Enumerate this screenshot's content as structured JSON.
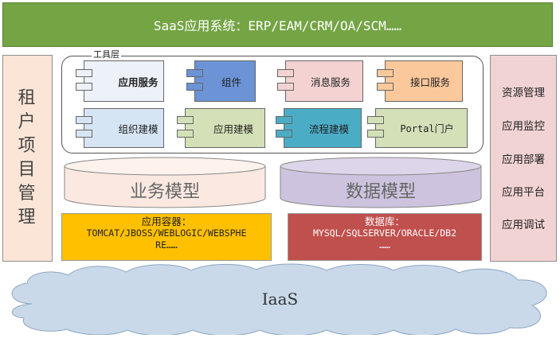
{
  "banner": {
    "title": "SaaS应用系统：ERP/EAM/CRM/OA/SCM……"
  },
  "left_panel": {
    "label": "租户项目管理"
  },
  "tool_layer": {
    "label": "工具层",
    "row1": [
      {
        "label": "应用服务",
        "color": "#edf2f8",
        "bold": true
      },
      {
        "label": "组件",
        "color": "#6b93d6"
      },
      {
        "label": "消息服务",
        "color": "#f4d2d2"
      },
      {
        "label": "接口服务",
        "color": "#fbc89c"
      }
    ],
    "row2": [
      {
        "label": "组织建模",
        "color": "#d6e5f4"
      },
      {
        "label": "应用建模",
        "color": "#d4e1b8"
      },
      {
        "label": "流程建模",
        "color": "#4bacc6"
      },
      {
        "label": "Portal门户",
        "color": "#d4e1b8"
      }
    ]
  },
  "cylinders": {
    "business_model": {
      "label": "业务模型",
      "color": "#fbe9e1"
    },
    "data_model": {
      "label": "数据模型",
      "color": "#cdc3de"
    }
  },
  "app_container": {
    "title": "应用容器：",
    "line1": "TOMCAT/JBOSS/WEBLOGIC/WEBSPHE",
    "line2": "RE……",
    "color": "#ffc000"
  },
  "database": {
    "title": "数据库：",
    "line1": "MYSQL/SQLSERVER/ORACLE/DB2",
    "line2": "……",
    "color": "#c0504d"
  },
  "right_panel": {
    "items": [
      "资源管理",
      "应用监控",
      "应用部署",
      "应用平台",
      "应用调试"
    ]
  },
  "iaas": {
    "label": "IaaS",
    "color": "#c9d9ea"
  }
}
